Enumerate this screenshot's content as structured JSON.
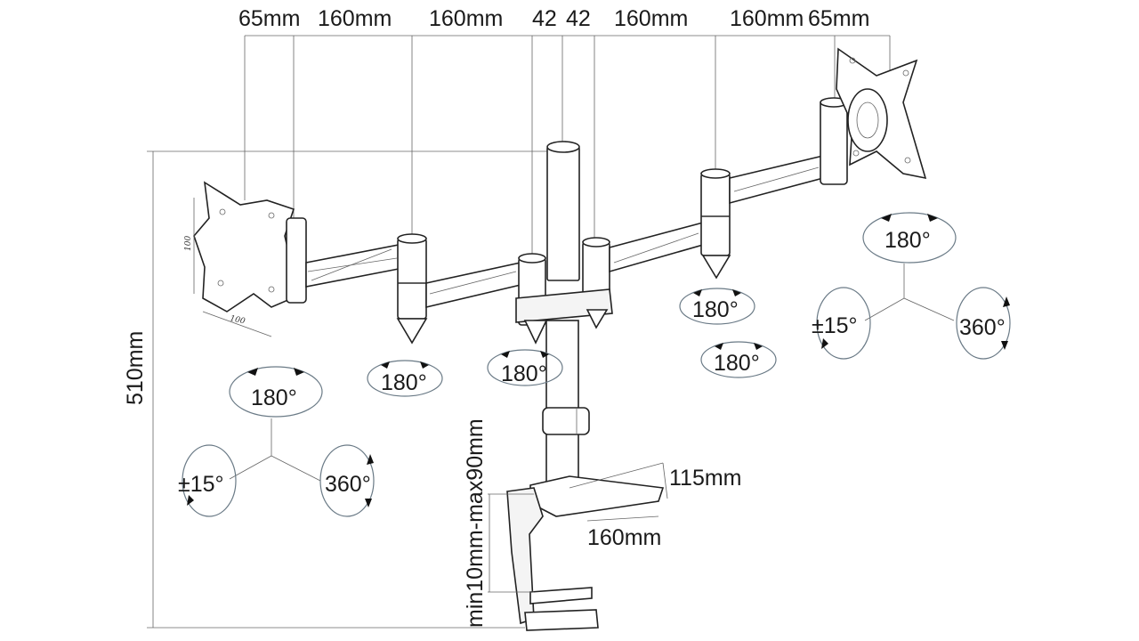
{
  "dimensions": {
    "top": [
      "65mm",
      "160mm",
      "160mm",
      "42",
      "42",
      "160mm",
      "160mm",
      "65mm"
    ],
    "height": "510mm",
    "clamp_range": "min10mm-max90mm",
    "base_width": "115mm",
    "base_depth": "160mm",
    "vesa_small_a": "100",
    "vesa_small_b": "100"
  },
  "rotations": {
    "left_tilt": "180°",
    "left_swivel": "±15°",
    "left_rotate": "360°",
    "joint_left": "180°",
    "joint_center": "180°",
    "joint_right_top": "180°",
    "joint_right_bottom": "180°",
    "right_tilt": "180°",
    "right_swivel": "±15°",
    "right_rotate": "360°"
  }
}
